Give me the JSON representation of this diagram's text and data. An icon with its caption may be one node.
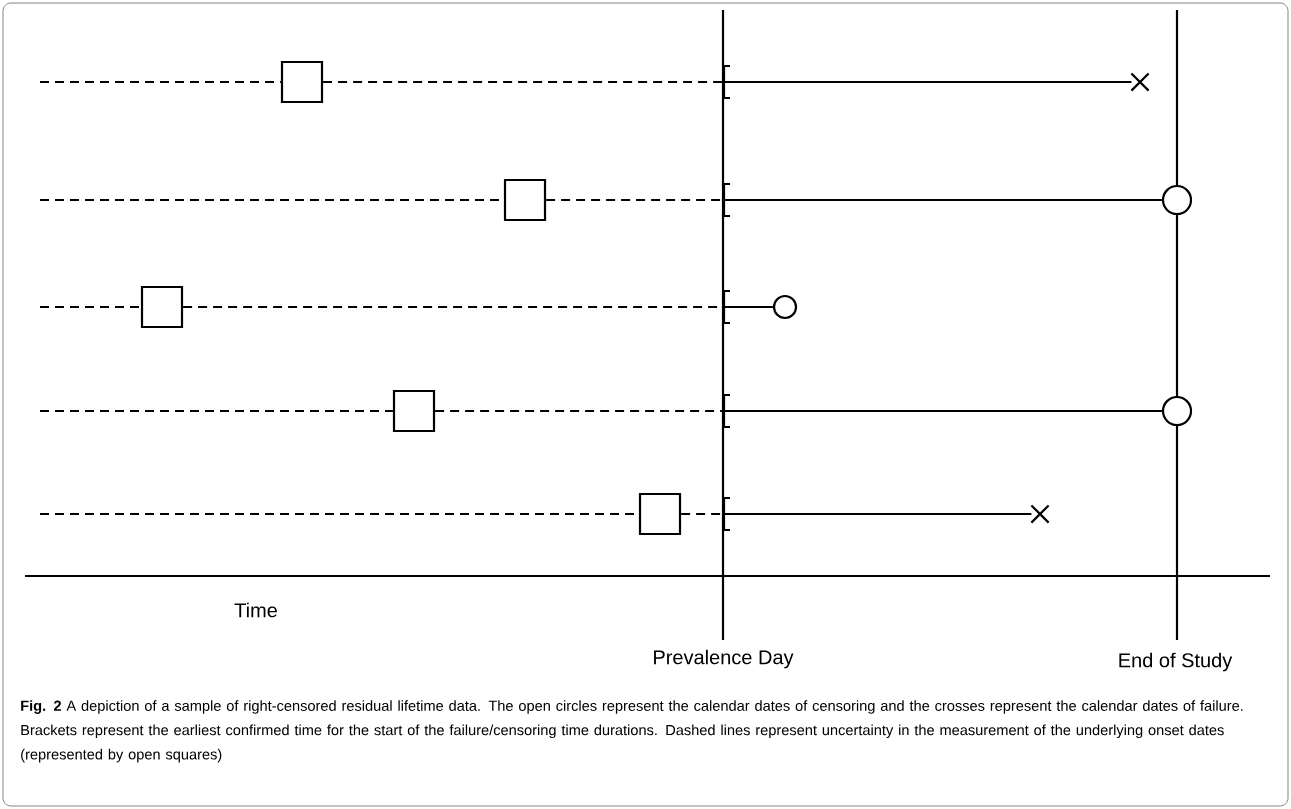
{
  "diagram": {
    "caption": "**Fig. 2** A depiction of a sample of right-censored residual lifetime data. The open circles represent the calendar dates of censoring and the crosses represent the calendar dates of failure. Brackets represent the earliest confirmed time for the start of the failure/censoring time durations. Dashed lines represent uncertainty in the measurement of the underlying onset dates (represented by open squares)",
    "nodes": [
      {
        "text": [],
        "shape": "box"
      },
      {
        "text": [],
        "shape": "bracket"
      },
      {
        "text": [],
        "shape": "cross"
      },
      {
        "text": [],
        "shape": "box"
      },
      {
        "text": [],
        "shape": "bracket"
      },
      {
        "text": [],
        "shape": "circle"
      },
      {
        "text": [],
        "shape": "box"
      },
      {
        "text": [],
        "shape": "bracket"
      },
      {
        "text": [],
        "shape": "circle"
      },
      {
        "text": [],
        "shape": "box"
      },
      {
        "text": [],
        "shape": "bracket"
      },
      {
        "text": [],
        "shape": "circle"
      },
      {
        "text": [],
        "shape": "box"
      },
      {
        "text": [],
        "shape": "bracket"
      },
      {
        "text": [],
        "shape": "cross"
      }
    ],
    "edges": [
      {
        "from": null,
        "to": 0,
        "arrow": "none",
        "style": "dashed"
      },
      {
        "from": 0,
        "to": 1,
        "arrow": "none",
        "style": "dashed"
      },
      {
        "from": 1,
        "to": 2,
        "arrow": "none"
      },
      {
        "from": null,
        "to": 3,
        "arrow": "none",
        "style": "dashed"
      },
      {
        "from": 3,
        "to": 4,
        "arrow": "none",
        "style": "dashed"
      },
      {
        "from": 4,
        "to": 5,
        "arrow": "none"
      },
      {
        "from": null,
        "to": 6,
        "arrow": "none",
        "style": "dashed"
      },
      {
        "from": 6,
        "to": 7,
        "arrow": "none",
        "style": "dashed"
      },
      {
        "from": 7,
        "to": 8,
        "arrow": "none"
      },
      {
        "from": null,
        "to": 9,
        "arrow": "none",
        "style": "dashed"
      },
      {
        "from": 9,
        "to": 10,
        "arrow": "none",
        "style": "dashed"
      },
      {
        "from": 10,
        "to": 11,
        "arrow": "none"
      },
      {
        "from": null,
        "to": 12,
        "arrow": "none",
        "style": "dashed"
      },
      {
        "from": 12,
        "to": 13,
        "arrow": "none",
        "style": "dashed"
      },
      {
        "from": 13,
        "to": 14,
        "arrow": "none"
      }
    ],
    "labels": [
      "Time",
      "Prevalence Day",
      "End of Study"
    ]
  }
}
